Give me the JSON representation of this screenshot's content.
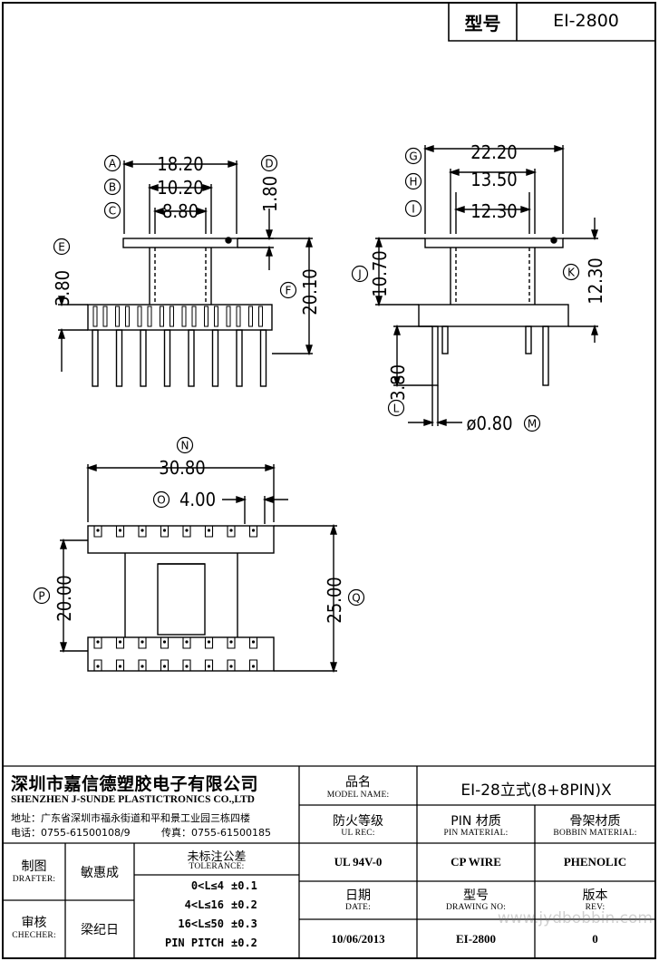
{
  "header": {
    "model_label": "型号",
    "model_value": "EI-2800"
  },
  "dims": {
    "A": "18.20",
    "B": "10.20",
    "C": "8.80",
    "D": "1.80",
    "E": "3.80",
    "F": "20.10",
    "G": "22.20",
    "H": "13.50",
    "I": "12.30",
    "J": "10.70",
    "K": "12.30",
    "L": "3.80",
    "M": "ø0.80",
    "N": "30.80",
    "O": "4.00",
    "P": "20.00",
    "Q": "25.00"
  },
  "dim_markers": [
    "A",
    "B",
    "C",
    "D",
    "E",
    "F",
    "G",
    "H",
    "I",
    "J",
    "K",
    "L",
    "M",
    "N",
    "O",
    "P",
    "Q"
  ],
  "company": {
    "name_cn": "深圳市嘉信德塑胶电子有限公司",
    "name_en": "SHENZHEN J-SUNDE PLASTICTRONICS CO.,LTD",
    "address": "地址：广东省深圳市福永街道和平和景工业园三栋四楼",
    "phone": "电话：0755-61500108/9",
    "fax": "传真：0755-61500185"
  },
  "title_block": {
    "model_name_cn": "品名",
    "model_name_en": "MODEL NAME:",
    "model_name_value": "EI-28立式(8+8PIN)X",
    "ul_rec_cn": "防火等级",
    "ul_rec_en": "UL REC:",
    "ul_rec_value": "UL 94V-0",
    "pin_material_cn": "PIN 材质",
    "pin_material_en": "PIN MATERIAL:",
    "pin_material_value": "CP WIRE",
    "bobbin_material_cn": "骨架材质",
    "bobbin_material_en": "BOBBIN MATERIAL:",
    "bobbin_material_value": "PHENOLIC",
    "drafter_cn": "制图",
    "drafter_en": "DRAFTER:",
    "drafter_value": "敏惠成",
    "checker_cn": "审核",
    "checker_en": "CHECHER:",
    "checker_value": "梁纪日",
    "tolerance_cn": "未标注公差",
    "tolerance_en": "TOLERANCE:",
    "tolerance_rows": [
      {
        "range": "0<L≤4",
        "tol": "±0.1"
      },
      {
        "range": "4<L≤16",
        "tol": "±0.2"
      },
      {
        "range": "16<L≤50",
        "tol": "±0.3"
      },
      {
        "range": "PIN PITCH",
        "tol": "±0.2"
      }
    ],
    "date_cn": "日期",
    "date_en": "DATE:",
    "date_value": "10/06/2013",
    "drawing_no_cn": "型号",
    "drawing_no_en": "DRAWING NO:",
    "drawing_no_value": "EI-2800",
    "rev_cn": "版本",
    "rev_en": "REV:",
    "rev_value": "0"
  },
  "watermark": "www.jydbobbin.com"
}
